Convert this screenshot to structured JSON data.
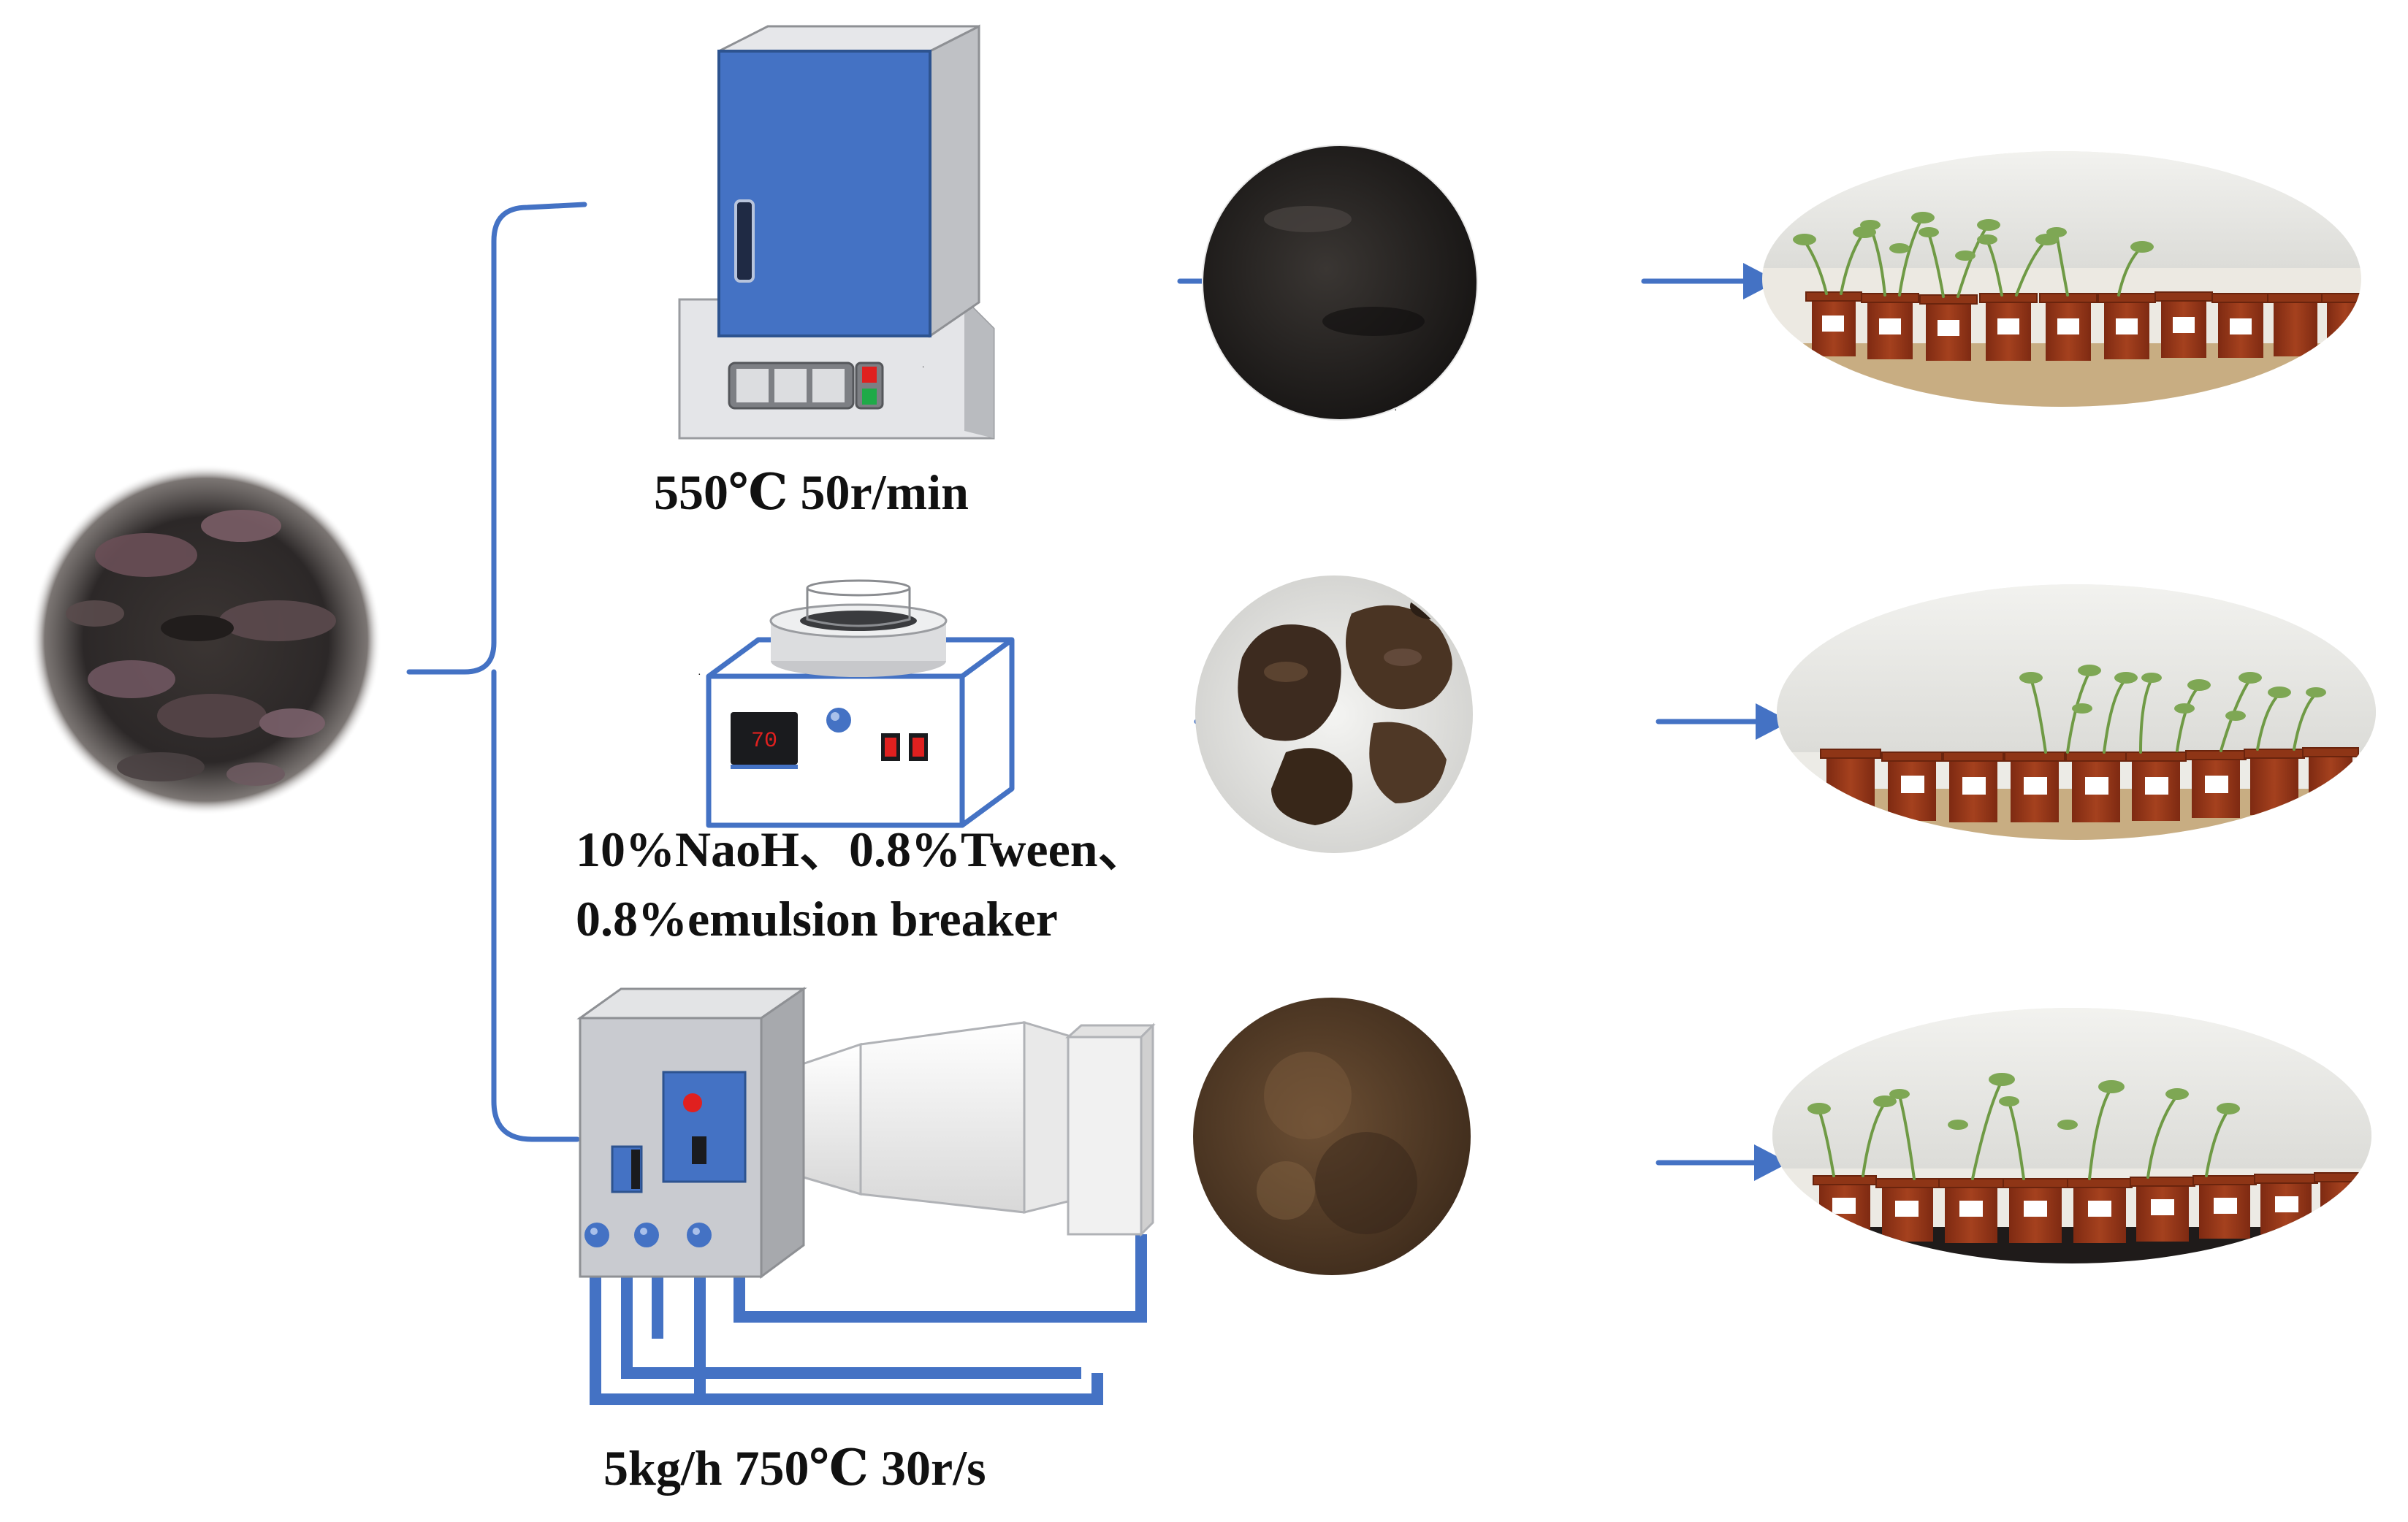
{
  "colors": {
    "connector": "#4472c4",
    "furnace_blue": "#4472c4",
    "panel_blue": "#4472c4",
    "gray_body": "#c9cbd0",
    "soil_dark": "#2a2623",
    "pot_red": "#9a3418",
    "plant_green": "#6f9a45",
    "indicator_red": "#e0201f",
    "indicator_green": "#1faa48"
  },
  "labels": {
    "process_1": "550℃ 50r/min",
    "process_2_line1": "10%NaoH、0.8%Tween、",
    "process_2_line2": "0.8%emulsion breaker",
    "process_3": "5kg/h 750℃ 30r/s"
  },
  "devices": {
    "stirrer_display": "70"
  },
  "icons": [
    "muffle-furnace-icon",
    "magnetic-stirrer-icon",
    "pyrolysis-reactor-icon"
  ]
}
